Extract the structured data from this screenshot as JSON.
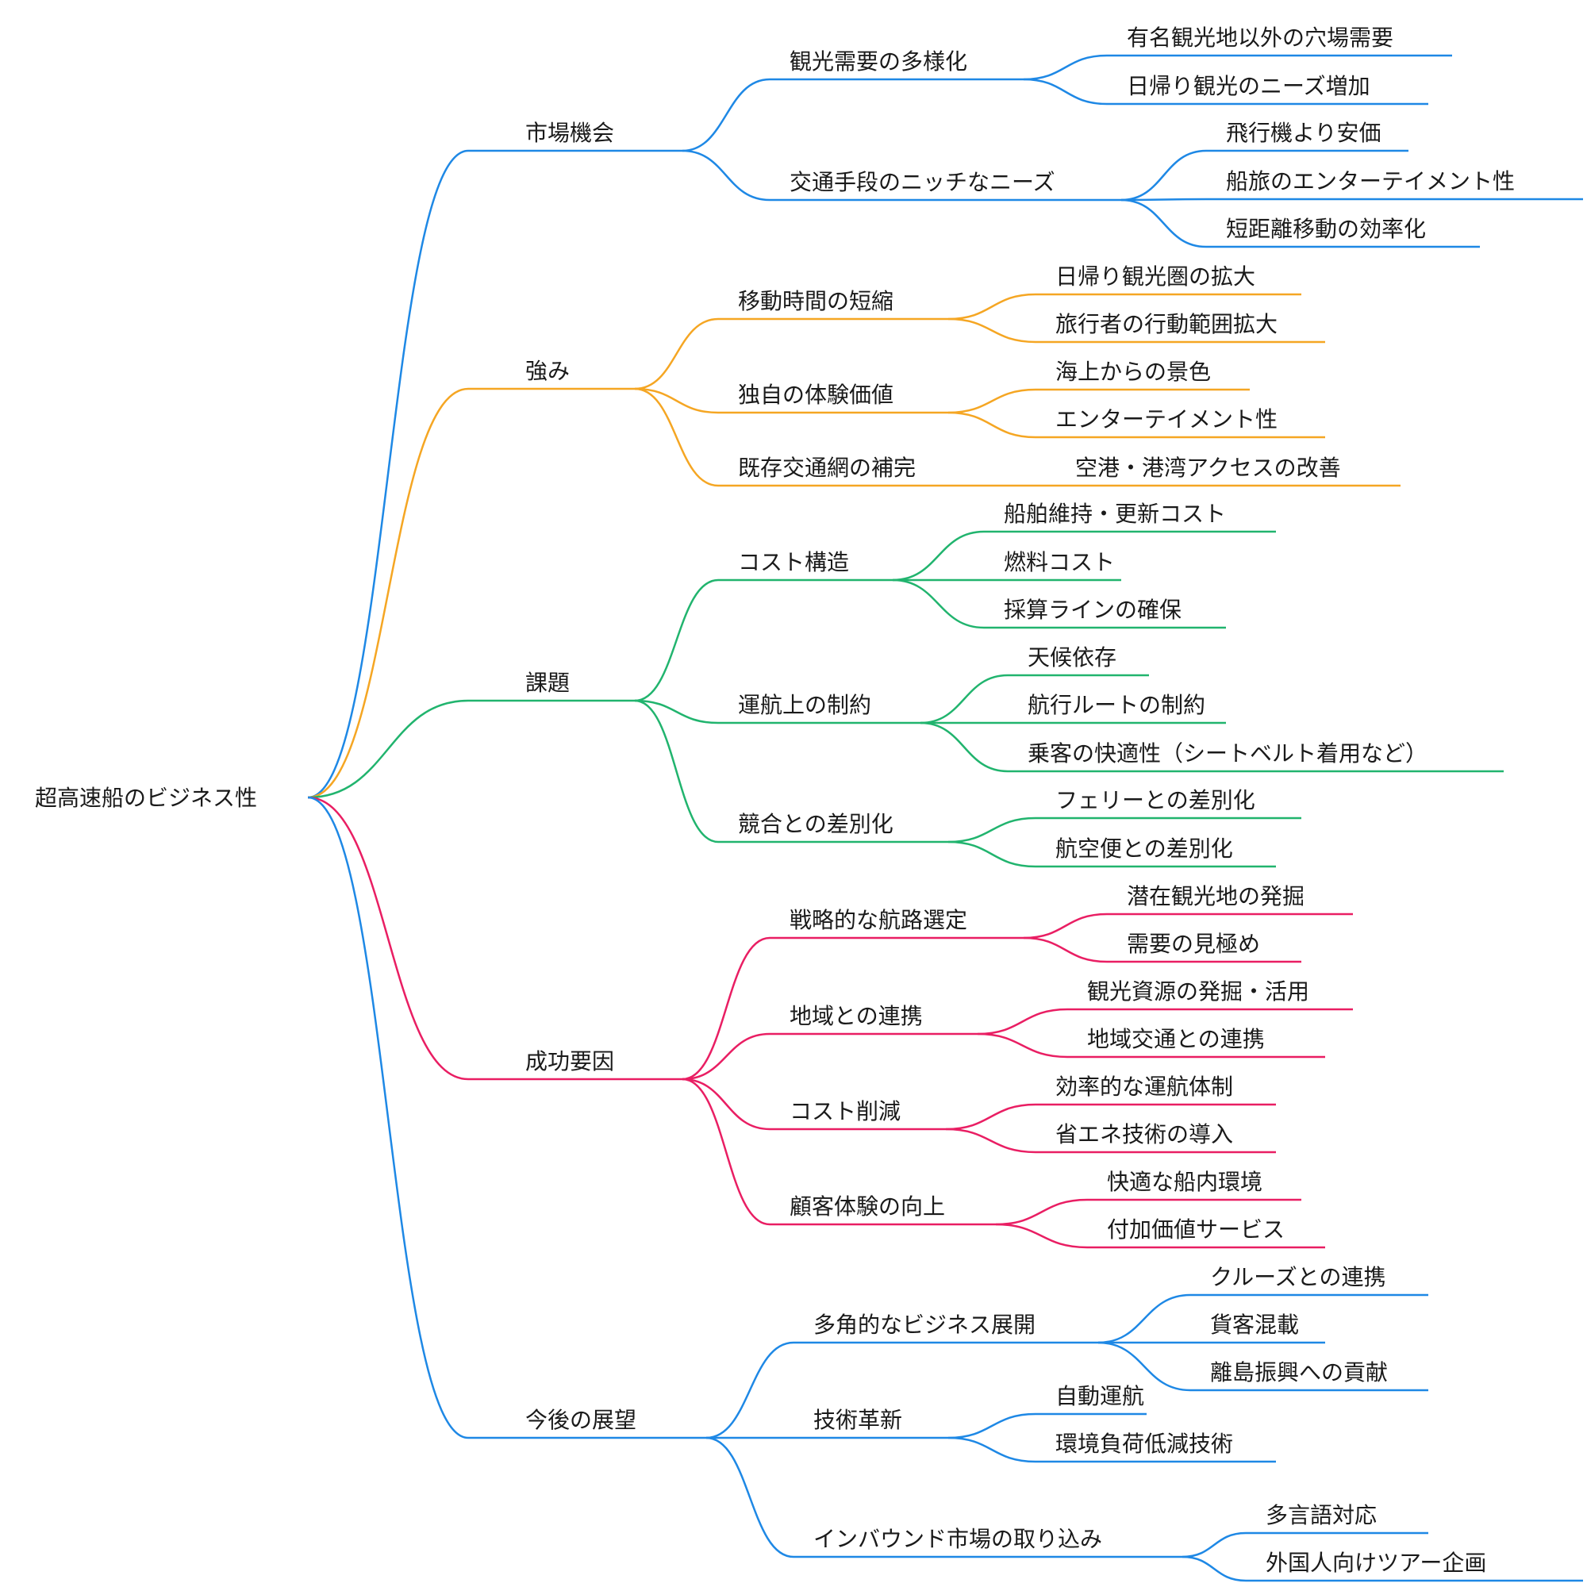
{
  "root": {
    "label": "超高速船のビジネス性"
  },
  "colors": {
    "blue": "#1E88E5",
    "orange": "#F5A623",
    "green": "#21B46E",
    "pink": "#E91E63"
  },
  "branches": [
    {
      "label": "市場機会",
      "color": "blue",
      "children": [
        {
          "label": "観光需要の多様化",
          "children": [
            {
              "label": "有名観光地以外の穴場需要"
            },
            {
              "label": "日帰り観光のニーズ増加"
            }
          ]
        },
        {
          "label": "交通手段のニッチなニーズ",
          "children": [
            {
              "label": "飛行機より安価"
            },
            {
              "label": "船旅のエンターテイメント性"
            },
            {
              "label": "短距離移動の効率化"
            }
          ]
        }
      ]
    },
    {
      "label": "強み",
      "color": "orange",
      "children": [
        {
          "label": "移動時間の短縮",
          "children": [
            {
              "label": "日帰り観光圏の拡大"
            },
            {
              "label": "旅行者の行動範囲拡大"
            }
          ]
        },
        {
          "label": "独自の体験価値",
          "children": [
            {
              "label": "海上からの景色"
            },
            {
              "label": "エンターテイメント性"
            }
          ]
        },
        {
          "label": "既存交通網の補完",
          "children": [
            {
              "label": "空港・港湾アクセスの改善"
            }
          ]
        }
      ]
    },
    {
      "label": "課題",
      "color": "green",
      "children": [
        {
          "label": "コスト構造",
          "children": [
            {
              "label": "船舶維持・更新コスト"
            },
            {
              "label": "燃料コスト"
            },
            {
              "label": "採算ラインの確保"
            }
          ]
        },
        {
          "label": "運航上の制約",
          "children": [
            {
              "label": "天候依存"
            },
            {
              "label": "航行ルートの制約"
            },
            {
              "label": "乗客の快適性（シートベルト着用など）"
            }
          ]
        },
        {
          "label": "競合との差別化",
          "children": [
            {
              "label": "フェリーとの差別化"
            },
            {
              "label": "航空便との差別化"
            }
          ]
        }
      ]
    },
    {
      "label": "成功要因",
      "color": "pink",
      "children": [
        {
          "label": "戦略的な航路選定",
          "children": [
            {
              "label": "潜在観光地の発掘"
            },
            {
              "label": "需要の見極め"
            }
          ]
        },
        {
          "label": "地域との連携",
          "children": [
            {
              "label": "観光資源の発掘・活用"
            },
            {
              "label": "地域交通との連携"
            }
          ]
        },
        {
          "label": "コスト削減",
          "children": [
            {
              "label": "効率的な運航体制"
            },
            {
              "label": "省エネ技術の導入"
            }
          ]
        },
        {
          "label": "顧客体験の向上",
          "children": [
            {
              "label": "快適な船内環境"
            },
            {
              "label": "付加価値サービス"
            }
          ]
        }
      ]
    },
    {
      "label": "今後の展望",
      "color": "blue",
      "children": [
        {
          "label": "多角的なビジネス展開",
          "children": [
            {
              "label": "クルーズとの連携"
            },
            {
              "label": "貨客混載"
            },
            {
              "label": "離島振興への貢献"
            }
          ]
        },
        {
          "label": "技術革新",
          "children": [
            {
              "label": "自動運航"
            },
            {
              "label": "環境負荷低減技術"
            }
          ]
        },
        {
          "label": "インバウンド市場の取り込み",
          "children": [
            {
              "label": "多言語対応"
            },
            {
              "label": "外国人向けツアー企画"
            }
          ]
        }
      ]
    }
  ]
}
